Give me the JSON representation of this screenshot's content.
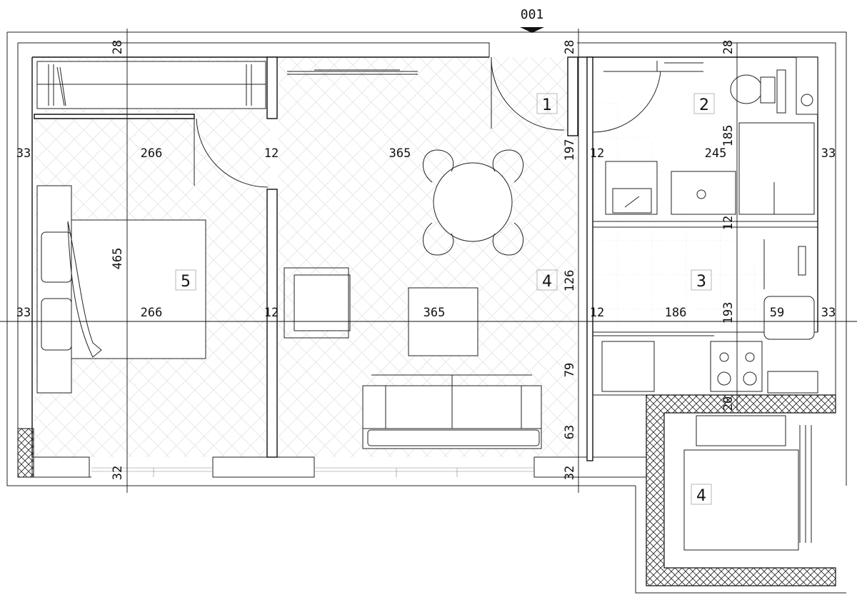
{
  "section_marker": "001",
  "room_numbers": {
    "hall": "1",
    "bathroom": "2",
    "kitchen": "3",
    "living": "4",
    "bedroom": "5",
    "loggia": "4"
  },
  "dimensions": {
    "top_left": "28",
    "top_mid": "28",
    "top_right": "28",
    "left_upper": "33",
    "bedroom_width_upper": "266",
    "partition_upper": "12",
    "living_width_upper": "365",
    "hall_depth": "197",
    "bath_partition_left": "12",
    "bath_width": "245",
    "bath_depth": "185",
    "right_upper": "33",
    "bedroom_depth": "465",
    "bath_partition_bottom": "12",
    "living_mid_depth": "126",
    "left_lower": "33",
    "bedroom_width_lower": "266",
    "partition_lower": "12",
    "living_width_lower": "365",
    "kitchen_partition": "12",
    "kitchen_width": "186",
    "kitchen_depth": "193",
    "kitchen_counter": "59",
    "right_lower": "33",
    "living_lower_depth": "79",
    "loggia_wall": "20",
    "window_depth": "63",
    "bottom_left": "32",
    "bottom_right": "32"
  }
}
